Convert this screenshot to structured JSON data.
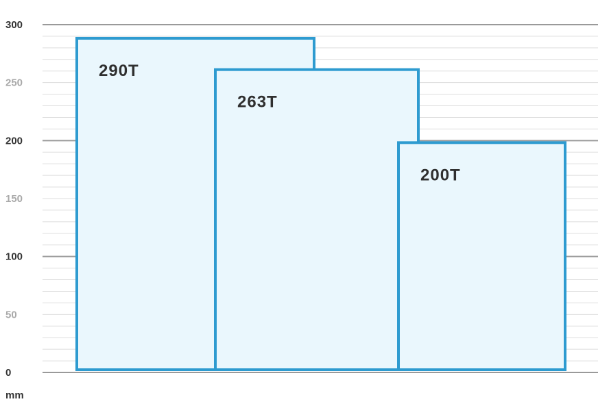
{
  "chart_data": {
    "type": "bar",
    "categories": [
      "290T",
      "263T",
      "200T"
    ],
    "values": [
      290,
      263,
      200
    ],
    "ylim": [
      0,
      300
    ],
    "yticks": [
      0,
      50,
      100,
      150,
      200,
      250,
      300
    ],
    "y_unit": "mm",
    "minor_grid_step": 10,
    "grid": true,
    "colors": {
      "bar_fill": "#eaf7fd",
      "bar_stroke": "#2e9bd0",
      "major_grid": "#9a9a9a",
      "minor_grid": "#dddddd",
      "tick_dark": "#333333",
      "tick_light": "#a9a9a9"
    }
  }
}
